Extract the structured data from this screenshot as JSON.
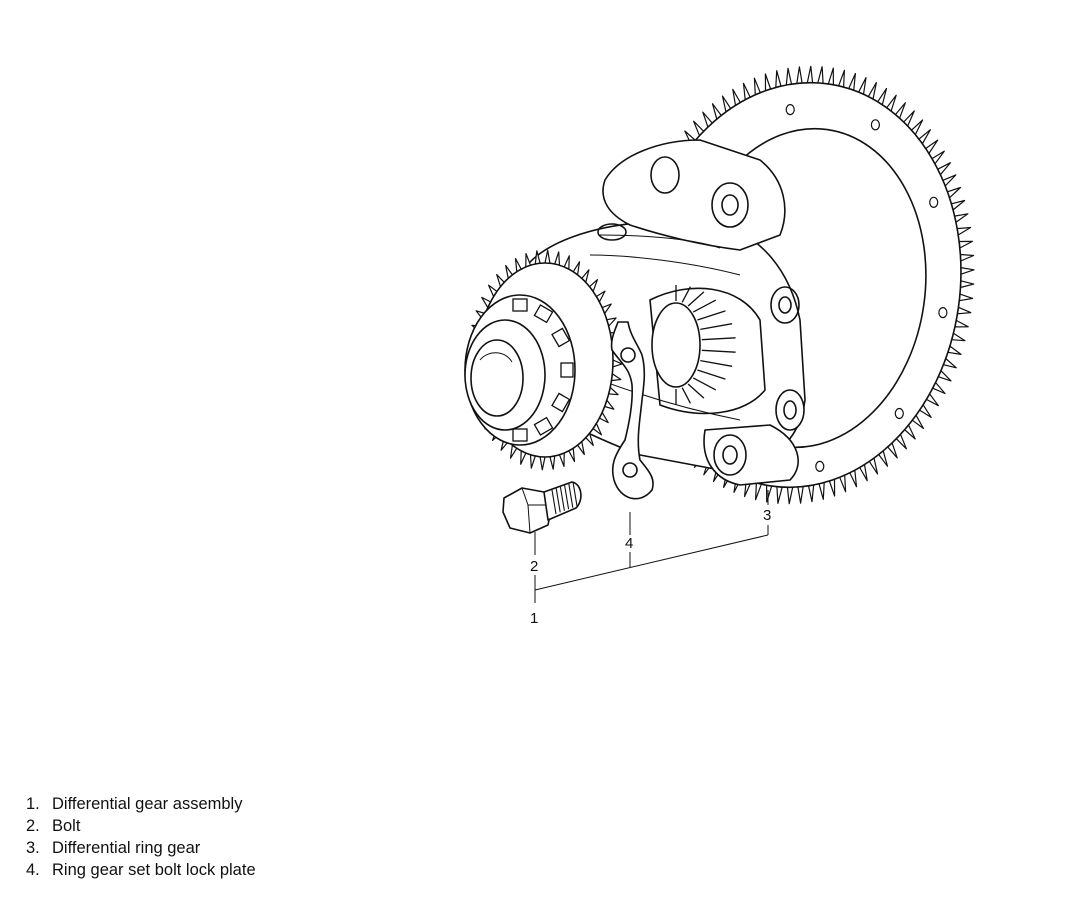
{
  "callouts": {
    "c1": "1",
    "c2": "2",
    "c3": "3",
    "c4": "4"
  },
  "legend": [
    {
      "number": "1.",
      "label": "Differential gear assembly"
    },
    {
      "number": "2.",
      "label": "Bolt"
    },
    {
      "number": "3.",
      "label": "Differential ring gear"
    },
    {
      "number": "4.",
      "label": "Ring gear set bolt lock plate"
    }
  ]
}
